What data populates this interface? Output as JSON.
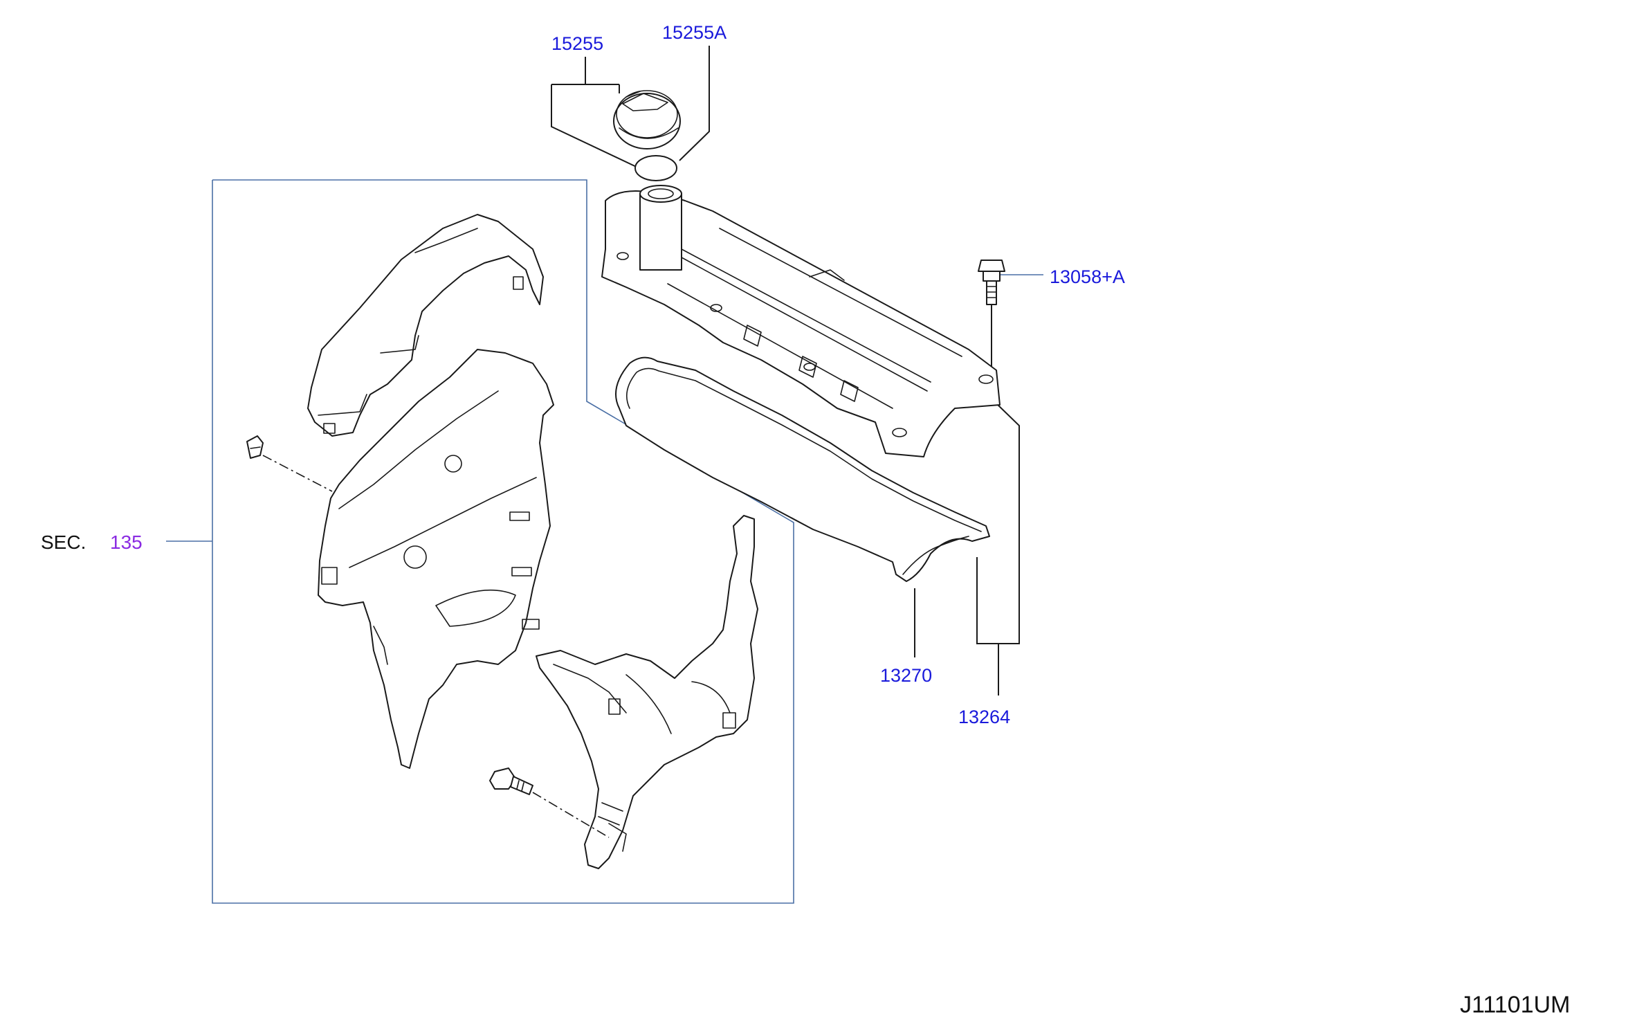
{
  "colors": {
    "part_number": "#1a1adb",
    "section_number": "#8a2be2",
    "text_black": "#111111",
    "outline_blue": "#4a6fa5",
    "line_black": "#1a1a1a"
  },
  "labels": {
    "p15255": "15255",
    "p15255a": "15255A",
    "p13058a": "13058+A",
    "p13270": "13270",
    "p13264": "13264"
  },
  "section_ref": {
    "prefix": "SEC.",
    "number": "135"
  },
  "diagram_code": "J11101UM"
}
